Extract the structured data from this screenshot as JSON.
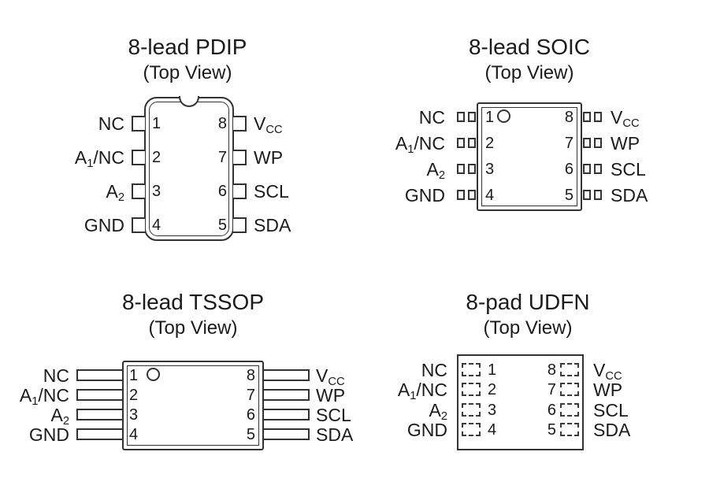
{
  "diagram": {
    "packages": [
      {
        "id": "pdip",
        "title": "8-lead PDIP",
        "subtitle": "(Top View)"
      },
      {
        "id": "soic",
        "title": "8-lead SOIC",
        "subtitle": "(Top View)"
      },
      {
        "id": "tssop",
        "title": "8-lead TSSOP",
        "subtitle": "(Top View)"
      },
      {
        "id": "udfn",
        "title": "8-pad UDFN",
        "subtitle": "(Top View)"
      }
    ],
    "pins": {
      "left": [
        {
          "number": "1",
          "base": "NC",
          "sub": "",
          "suffix": ""
        },
        {
          "number": "2",
          "base": "A",
          "sub": "1",
          "suffix": "/NC"
        },
        {
          "number": "3",
          "base": "A",
          "sub": "2",
          "suffix": ""
        },
        {
          "number": "4",
          "base": "GND",
          "sub": "",
          "suffix": ""
        }
      ],
      "right": [
        {
          "number": "8",
          "base": "V",
          "sub": "CC",
          "suffix": ""
        },
        {
          "number": "7",
          "base": "WP",
          "sub": "",
          "suffix": ""
        },
        {
          "number": "6",
          "base": "SCL",
          "sub": "",
          "suffix": ""
        },
        {
          "number": "5",
          "base": "SDA",
          "sub": "",
          "suffix": ""
        }
      ]
    },
    "colors": {
      "ink": "#1b1b1b",
      "line": "#333333",
      "background": "#ffffff"
    }
  }
}
